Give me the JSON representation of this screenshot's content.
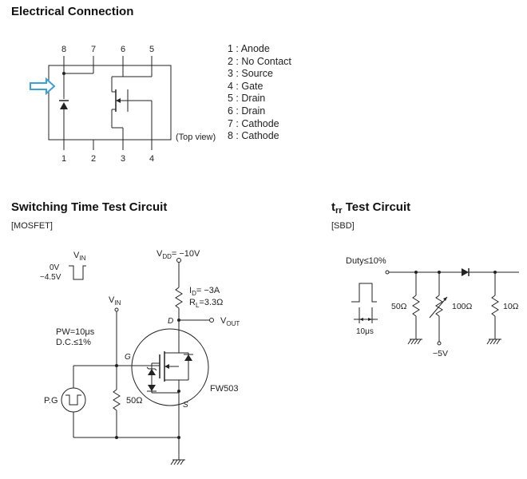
{
  "electrical": {
    "title": "Electrical Connection",
    "top_pins": [
      "8",
      "7",
      "6",
      "5"
    ],
    "bottom_pins": [
      "1",
      "2",
      "3",
      "4"
    ],
    "view_label": "(Top view)",
    "pin_list": [
      {
        "num": "1",
        "name": "Anode"
      },
      {
        "num": "2",
        "name": "No Contact"
      },
      {
        "num": "3",
        "name": "Source"
      },
      {
        "num": "4",
        "name": "Gate"
      },
      {
        "num": "5",
        "name": "Drain"
      },
      {
        "num": "6",
        "name": "Drain"
      },
      {
        "num": "7",
        "name": "Cathode"
      },
      {
        "num": "8",
        "name": "Cathode"
      }
    ]
  },
  "switching": {
    "title": "Switching Time Test Circuit",
    "subtitle": "[MOSFET]",
    "vin_pulse_label": "V",
    "vin_pulse_sub": "IN",
    "level_0v": "0V",
    "level_neg": "−4.5V",
    "vdd": "V",
    "vdd_sub": "DD",
    "vdd_val": "= −10V",
    "id_label": "I",
    "id_sub": "D",
    "id_val": "= −3A",
    "rl_label": "R",
    "rl_sub": "L",
    "rl_val": "=3.3Ω",
    "vin_label": "V",
    "vin_sub": "IN",
    "d_label": "D",
    "vout": "V",
    "vout_sub": "OUT",
    "pw": "PW=10μs",
    "dc": "D.C.≤1%",
    "g_label": "G",
    "s_label": "S",
    "device": "FW503",
    "pg": "P.G",
    "r50": "50Ω"
  },
  "trr": {
    "title_main": "t",
    "title_sub": "rr",
    "title_rest": " Test Circuit",
    "subtitle": "[SBD]",
    "duty": "Duty≤10%",
    "r50": "50Ω",
    "r100": "100Ω",
    "r10": "10Ω",
    "pulse_width": "10μs",
    "neg5v": "−5V"
  },
  "colors": {
    "arrow": "#3aa0d8",
    "line": "#222222"
  }
}
